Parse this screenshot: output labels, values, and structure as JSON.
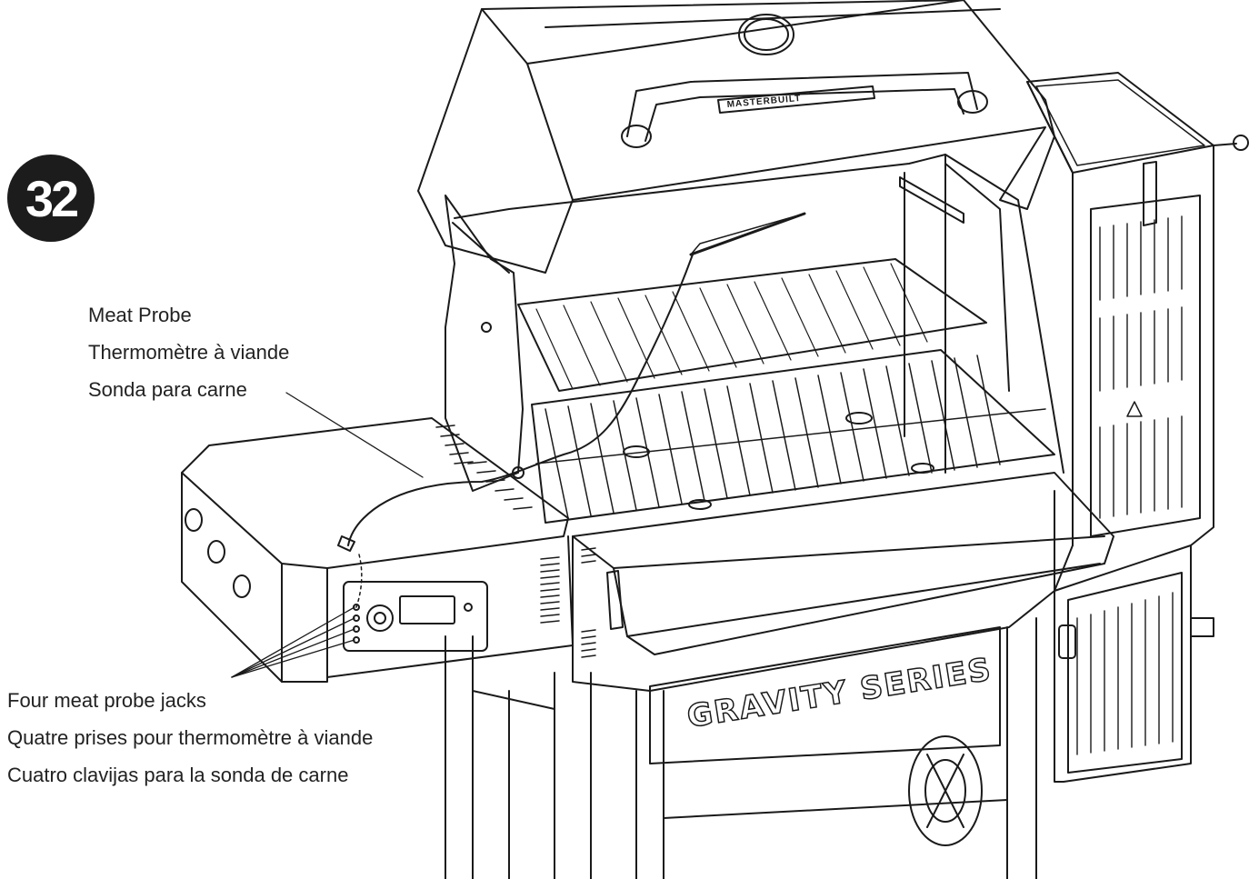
{
  "step": {
    "number": "32"
  },
  "callouts": {
    "meat_probe": {
      "en": "Meat Probe",
      "fr": "Thermomètre à viande",
      "es": "Sonda para carne"
    },
    "probe_jacks": {
      "en": "Four meat probe jacks",
      "fr": "Quatre prises pour thermomètre à viande",
      "es": "Cuatro clavijas para la sonda de carne"
    }
  },
  "grill": {
    "brand_plate": "GRAVITY SERIES",
    "lid_plate": "MASTERBUILT"
  }
}
